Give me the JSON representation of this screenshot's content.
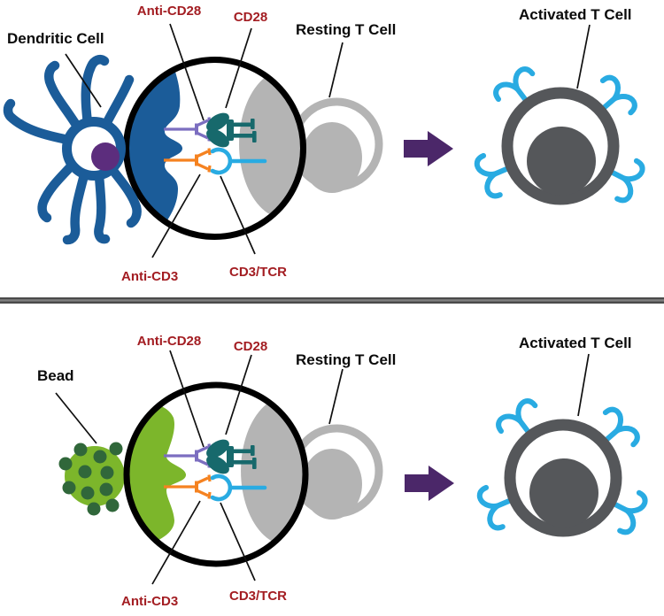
{
  "figure": {
    "description": "Two-panel schematic comparing T cell activation by a dendritic cell versus an anti-CD3/anti-CD28 coated bead",
    "top_panel": {
      "stimulator": "Dendritic Cell",
      "anti_cd28": "Anti-CD28",
      "cd28": "CD28",
      "resting": "Resting T Cell",
      "anti_cd3": "Anti-CD3",
      "cd3_tcr": "CD3/TCR",
      "activated": "Activated T Cell"
    },
    "bottom_panel": {
      "stimulator": "Bead",
      "anti_cd28": "Anti-CD28",
      "cd28": "CD28",
      "resting": "Resting T Cell",
      "anti_cd3": "Anti-CD3",
      "cd3_tcr": "CD3/TCR",
      "activated": "Activated T Cell"
    }
  },
  "colors": {
    "dendritic_blue": "#1B5C99",
    "nucleus_purple": "#5C2D7D",
    "bead_green": "#7CB62B",
    "bead_dot": "#30673A",
    "tcell_gray": "#B4B4B4",
    "activated_gray": "#55575A",
    "receptor_blue": "#29ABE2",
    "anti_cd28_purple": "#7C6EC0",
    "cd28_teal": "#17696C",
    "anti_cd3_orange": "#F58220",
    "arrow_purple": "#4B2769",
    "label_red": "#A31D22",
    "label_black": "#0A0A0A",
    "divider_gray": "#4A4A4A",
    "divider_highlight": "#808080",
    "lens_stroke": "#000000"
  }
}
